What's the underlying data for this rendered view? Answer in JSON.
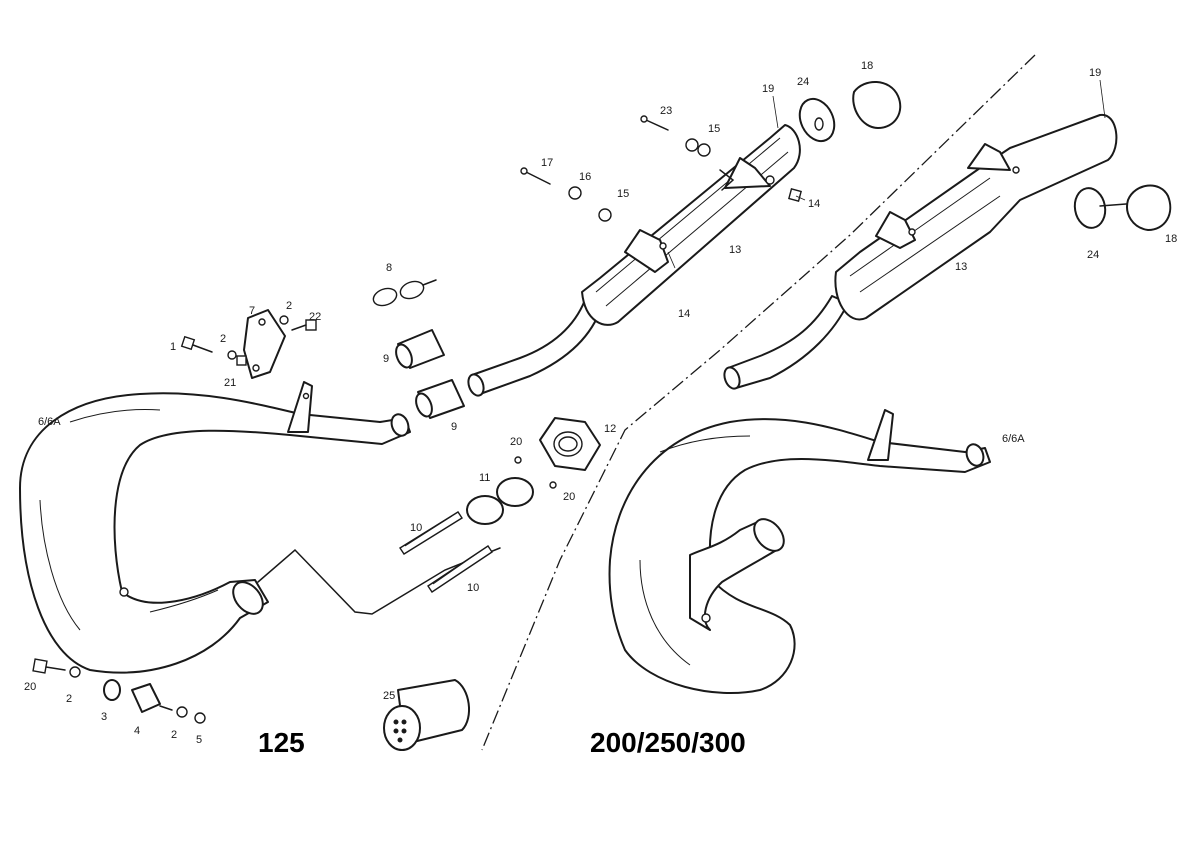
{
  "diagram": {
    "models": {
      "left": "125",
      "right": "200/250/300"
    },
    "callouts": [
      {
        "id": "c1",
        "text": "1"
      },
      {
        "id": "c2a",
        "text": "2"
      },
      {
        "id": "c2b",
        "text": "2"
      },
      {
        "id": "c2c",
        "text": "2"
      },
      {
        "id": "c2d",
        "text": "2"
      },
      {
        "id": "c3",
        "text": "3"
      },
      {
        "id": "c4",
        "text": "4"
      },
      {
        "id": "c5",
        "text": "5"
      },
      {
        "id": "c66a-left",
        "text": "6/6A"
      },
      {
        "id": "c66a-right",
        "text": "6/6A"
      },
      {
        "id": "c7",
        "text": "7"
      },
      {
        "id": "c8",
        "text": "8"
      },
      {
        "id": "c9a",
        "text": "9"
      },
      {
        "id": "c9b",
        "text": "9"
      },
      {
        "id": "c10a",
        "text": "10"
      },
      {
        "id": "c10b",
        "text": "10"
      },
      {
        "id": "c11",
        "text": "11"
      },
      {
        "id": "c12",
        "text": "12"
      },
      {
        "id": "c13a",
        "text": "13"
      },
      {
        "id": "c13b",
        "text": "13"
      },
      {
        "id": "c14a",
        "text": "14"
      },
      {
        "id": "c14b",
        "text": "14"
      },
      {
        "id": "c15a",
        "text": "15"
      },
      {
        "id": "c15b",
        "text": "15"
      },
      {
        "id": "c16",
        "text": "16"
      },
      {
        "id": "c17",
        "text": "17"
      },
      {
        "id": "c18a",
        "text": "18"
      },
      {
        "id": "c18b",
        "text": "18"
      },
      {
        "id": "c19a",
        "text": "19"
      },
      {
        "id": "c19b",
        "text": "19"
      },
      {
        "id": "c20a",
        "text": "20"
      },
      {
        "id": "c20b",
        "text": "20"
      },
      {
        "id": "c20c",
        "text": "20"
      },
      {
        "id": "c21",
        "text": "21"
      },
      {
        "id": "c22",
        "text": "22"
      },
      {
        "id": "c23",
        "text": "23"
      },
      {
        "id": "c24a",
        "text": "24"
      },
      {
        "id": "c24b",
        "text": "24"
      },
      {
        "id": "c25",
        "text": "25"
      }
    ]
  }
}
